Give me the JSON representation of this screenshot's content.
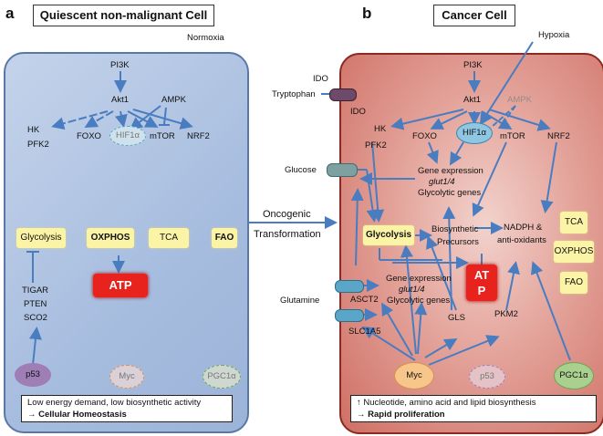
{
  "panel_a": {
    "letter": "a",
    "title": "Quiescent non-malignant Cell",
    "condition": "Normoxia",
    "nodes": {
      "pi3k": "PI3K",
      "akt1": "Akt1",
      "ampk": "AMPK",
      "hk": "HK",
      "pfk2": "PFK2",
      "foxo": "FOXO",
      "hif1a": "HIF1α",
      "mtor": "mTOR",
      "nrf2": "NRF2",
      "glycolysis": "Glycolysis",
      "oxphos": "OXPHOS",
      "tca": "TCA",
      "fao": "FAO",
      "atp": "ATP",
      "tigar": "TIGAR",
      "pten": "PTEN",
      "sco2": "SCO2",
      "p53": "p53",
      "myc": "Myc",
      "pgc1a": "PGC1α"
    },
    "footer_line1": "Low energy demand, low biosynthetic activity",
    "footer_line2": "Cellular Homeostasis",
    "footer_arrow": "→"
  },
  "transition": {
    "line1": "Oncogenic",
    "line2": "Transformation"
  },
  "panel_b": {
    "letter": "b",
    "title": "Cancer Cell",
    "condition": "Hypoxia",
    "nodes": {
      "ido_top": "IDO",
      "tryptophan": "Tryptophan",
      "ido_in": "IDO",
      "pi3k": "PI3K",
      "akt1": "Akt1",
      "ampk": "AMPK",
      "hk": "HK",
      "pfk2": "PFK2",
      "foxo": "FOXO",
      "hif1a": "HIF1α",
      "mtor": "mTOR",
      "nrf2": "NRF2",
      "glucose": "Glucose",
      "gene_expr_1": "Gene expression",
      "glut_1": "glut1/4",
      "glyco_genes_1": "Glycolytic genes",
      "glycolysis": "Glycolysis",
      "biosynthetic": "Biosynthetic",
      "precursors": "Precursors",
      "nadph": "NADPH &",
      "antioxidants": "anti-oxidants",
      "tca": "TCA",
      "oxphos": "OXPHOS",
      "fao": "FAO",
      "atp_line1": "AT",
      "atp_line2": "P",
      "gene_expr_2": "Gene expression",
      "glut_2": "glut1/4",
      "glyco_genes_2": "Glycolytic genes",
      "glutamine": "Glutamine",
      "asct2": "ASCT2",
      "slc1a5": "SLC1A5",
      "gls": "GLS",
      "pkm2": "PKM2",
      "myc": "Myc",
      "p53": "p53",
      "pgc1a": "PGC1α"
    },
    "footer_line1": "Nucleotide, amino acid and lipid biosynthesis",
    "footer_line2": "Rapid proliferation",
    "footer_arrow_up": "↑",
    "footer_arrow": "→"
  },
  "colors": {
    "arrow": "#4a7cc0",
    "atp": "#e8231e",
    "highlight": "#fbf4a6",
    "transporter": "#5aa6c8"
  }
}
